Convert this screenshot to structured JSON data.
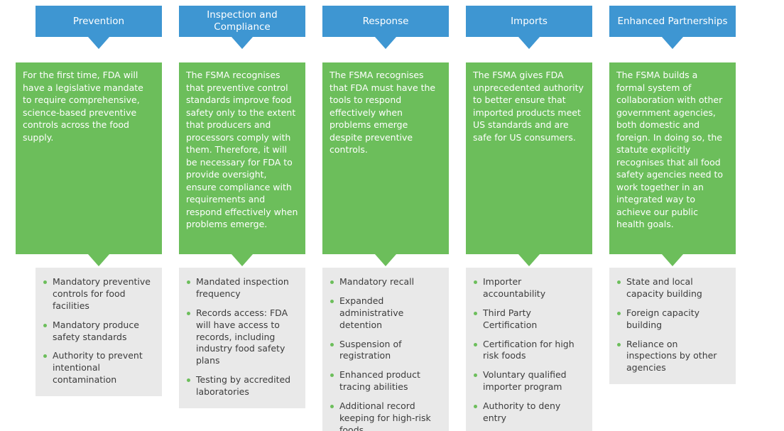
{
  "colors": {
    "header_bg": "#3E96D2",
    "header_text": "#FFFFFF",
    "body_bg": "#6CBE5B",
    "body_text": "#FFFFFF",
    "list_bg": "#E9E9E9",
    "list_text": "#3C3C3C",
    "bullet_color": "#6CBE5B"
  },
  "columns": [
    {
      "header": "Prevention",
      "description": "For the first time, FDA will have a legislative mandate to require comprehensive, science-based preventive controls across the food supply.",
      "bullets": [
        "Mandatory preventive controls for food facilities",
        "Mandatory produce safety standards",
        "Authority to prevent intentional contamination"
      ]
    },
    {
      "header": "Inspection and Compliance",
      "description": "The FSMA recognises that preventive control standards improve food safety only to the extent that producers and processors comply with them. Therefore, it will be necessary for FDA to provide oversight, ensure compliance with requirements and respond effectively when problems emerge.",
      "bullets": [
        "Mandated inspection frequency",
        "Records access: FDA will have access to records, including industry food safety plans",
        "Testing by accredited laboratories"
      ]
    },
    {
      "header": "Response",
      "description": "The FSMA recognises that FDA must have the tools to respond effectively when problems emerge despite preventive controls.",
      "bullets": [
        "Mandatory recall",
        "Expanded administrative detention",
        "Suspension of registration",
        "Enhanced product tracing abilities",
        "Additional record keeping for high-risk foods"
      ]
    },
    {
      "header": "Imports",
      "description": "The FSMA gives FDA unprecedented authority to better ensure that imported products meet US standards and are safe for US consumers.",
      "bullets": [
        "Importer accountability",
        "Third Party Certification",
        "Certification for high risk foods",
        "Voluntary qualified importer program",
        "Authority to deny entry"
      ]
    },
    {
      "header": "Enhanced Partnerships",
      "description": "The FSMA builds a formal system of collaboration with other government agencies, both domestic and foreign. In doing so, the statute explicitly recognises that all food safety agencies need to work together in an integrated way to achieve our public health goals.",
      "bullets": [
        "State and local capacity building",
        "Foreign capacity building",
        "Reliance on inspections by other agencies"
      ]
    }
  ]
}
